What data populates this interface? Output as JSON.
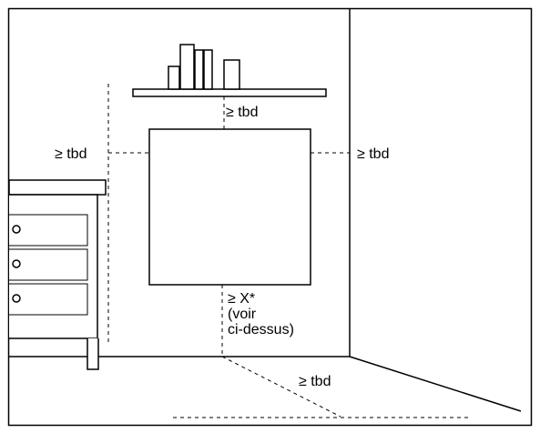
{
  "labels": {
    "shelf_clearance": "≥ tbd",
    "left_clearance": "≥ tbd",
    "right_clearance": "≥ tbd",
    "floor_clearance_line1": "≥ X*",
    "floor_clearance_line2": "(voir",
    "floor_clearance_line3": "ci-dessus)",
    "front_clearance": "≥ tbd"
  },
  "colors": {
    "line": "#000000",
    "background": "#ffffff"
  }
}
